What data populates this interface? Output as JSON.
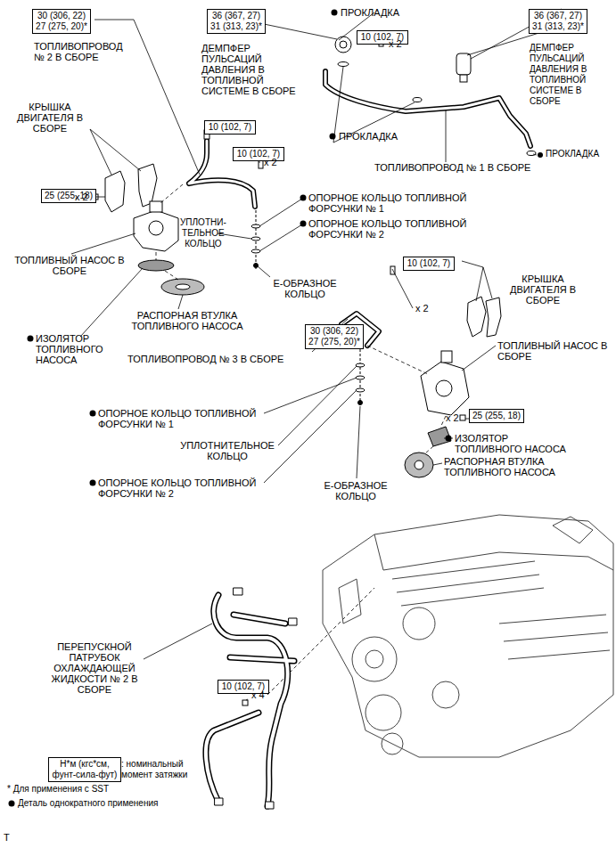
{
  "diagram": {
    "nodes": [
      {
        "text": [
          "30 (306, 22) 27 (275, 20)*"
        ]
      },
      {
        "text": [
          "36 (367, 27) 31 (313, 23)*"
        ]
      },
      {
        "text": [
          "10 (102, 7)"
        ]
      },
      {
        "text": [
          "36 (367, 27) 31 (313, 23)*"
        ]
      },
      {
        "text": [
          "10 (102, 7)"
        ]
      },
      {
        "text": [
          "10 (102, 7)"
        ]
      },
      {
        "text": [
          "25 (255, 18)"
        ]
      },
      {
        "text": [
          "10 (102, 7)"
        ]
      },
      {
        "text": [
          "30 (306, 22) 27 (275, 20)*"
        ]
      },
      {
        "text": [
          "25 (255, 18)"
        ]
      },
      {
        "text": [
          "10 (102, 7)"
        ]
      },
      {
        "text": [
          "Н*м (кгс*см, фунт-сила-фут)"
        ]
      }
    ],
    "labels": [
      "ТОПЛИВОПРОВОД № 2 В СБОРЕ",
      "ДЕМПФЕР ПУЛЬСАЦИЙ ДАВЛЕНИЯ В ТОПЛИВНОЙ СИСТЕМЕ В СБОРЕ",
      "ПРОКЛАДКА",
      "x 2",
      "ДЕМПФЕР ПУЛЬСАЦИЙ ДАВЛЕНИЯ В ТОПЛИВНОЙ СИСТЕМЕ В СБОРЕ",
      "ПРОКЛАДКА",
      "ПРОКЛАДКА",
      "ТОПЛИВОПРОВОД № 1 В СБОРЕ",
      "КРЫШКА ДВИГАТЕЛЯ В СБОРЕ",
      "x 2",
      "x 2",
      "ОПОРНОЕ КОЛЬЦО ТОПЛИВНОЙ ФОРСУНКИ № 1",
      "УПЛОТНИ- ТЕЛЬНОЕ КОЛЬЦО",
      "ОПОРНОЕ КОЛЬЦО ТОПЛИВНОЙ ФОРСУНКИ № 2",
      "Е-ОБРАЗНОЕ КОЛЬЦО",
      "ТОПЛИВНЫЙ НАСОС В СБОРЕ",
      "РАСПОРНАЯ ВТУЛКА ТОПЛИВНОГО НАСОСА",
      "ИЗОЛЯТОР ТОПЛИВНОГО НАСОСА",
      "x 2",
      "КРЫШКА ДВИГАТЕЛЯ В СБОРЕ",
      "ТОПЛИВОПРОВОД № 3 В СБОРЕ",
      "ТОПЛИВНЫЙ НАСОС В СБОРЕ",
      "ОПОРНОЕ КОЛЬЦО ТОПЛИВНОЙ ФОРСУНКИ № 1",
      "x 2",
      "ИЗОЛЯТОР ТОПЛИВНОГО НАСОСА",
      "УПЛОТНИТЕЛЬНОЕ КОЛЬЦО",
      "РАСПОРНАЯ ВТУЛКА ТОПЛИВНОГО НАСОСА",
      "ОПОРНОЕ КОЛЬЦО ТОПЛИВНОЙ ФОРСУНКИ № 2",
      "Е-ОБРАЗНОЕ КОЛЬЦО",
      "ПЕРЕПУСКНОЙ ПАТРУБОК ОХЛАЖДАЮЩЕЙ ЖИДКОСТИ № 2 В СБОРЕ",
      "x 4",
      ": номинальный момент затяжки",
      "* Для применения с SST",
      "T"
    ],
    "legend": [
      {
        "text": "Деталь однократного применения"
      }
    ]
  }
}
